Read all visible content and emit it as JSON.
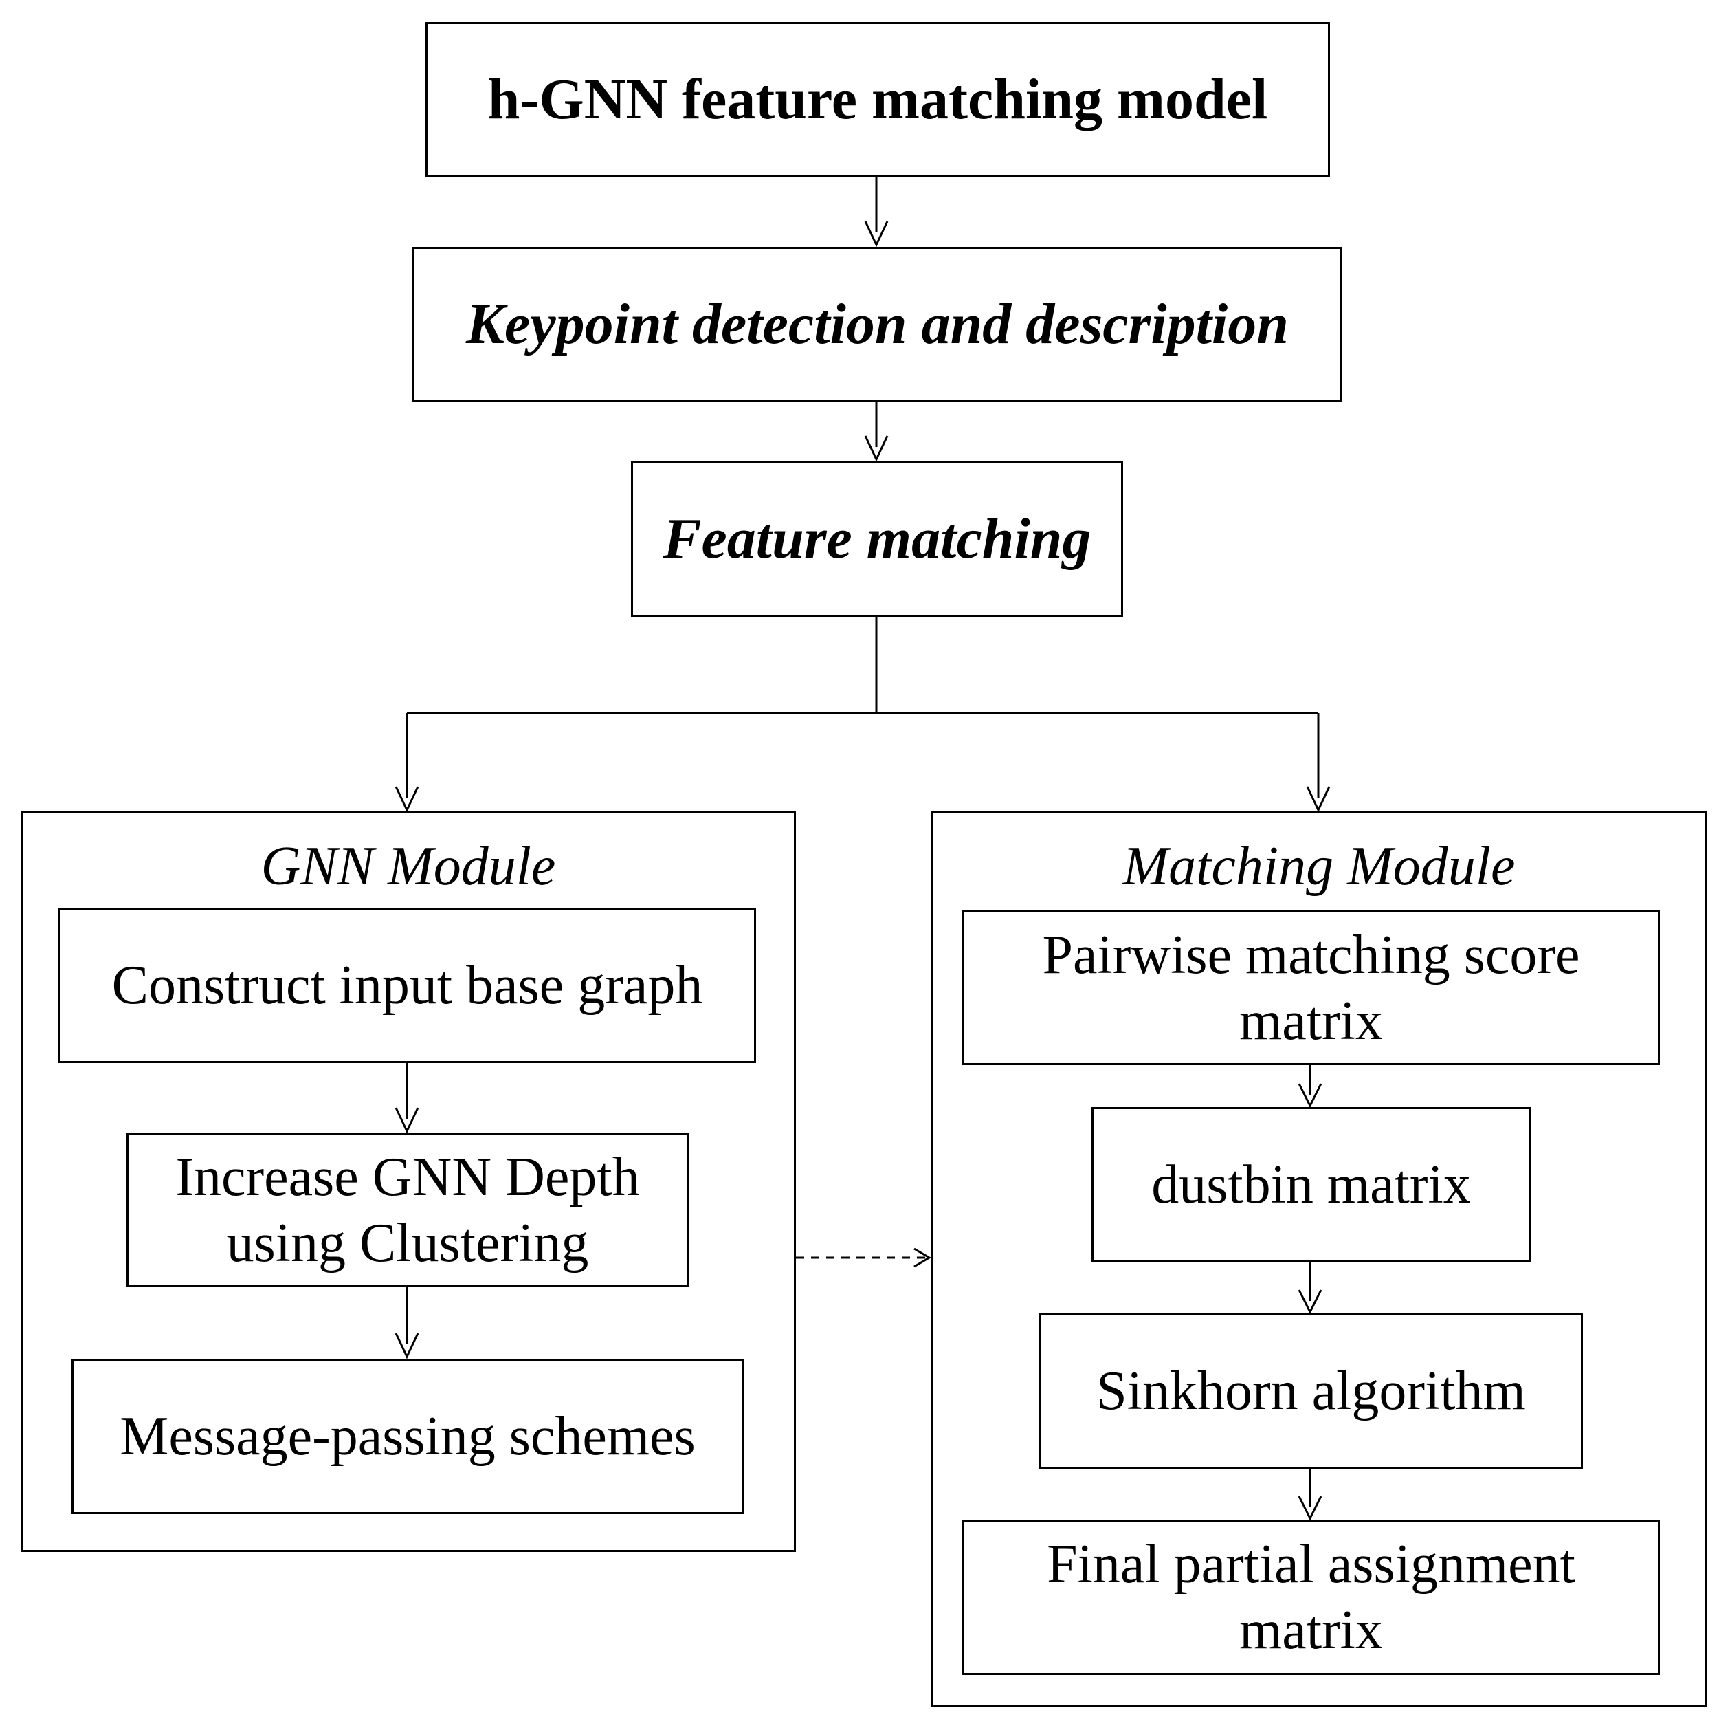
{
  "title_box": "h-GNN feature matching model",
  "keypoint_box": "Keypoint detection and description",
  "feature_matching_box": "Feature matching",
  "gnn_module": {
    "title": "GNN Module",
    "steps": [
      "Construct input base graph",
      "Increase GNN Depth using Clustering",
      "Message-passing schemes"
    ]
  },
  "matching_module": {
    "title": "Matching Module",
    "steps": [
      "Pairwise matching score matrix",
      "dustbin matrix",
      "Sinkhorn algorithm",
      "Final partial assignment matrix"
    ]
  }
}
